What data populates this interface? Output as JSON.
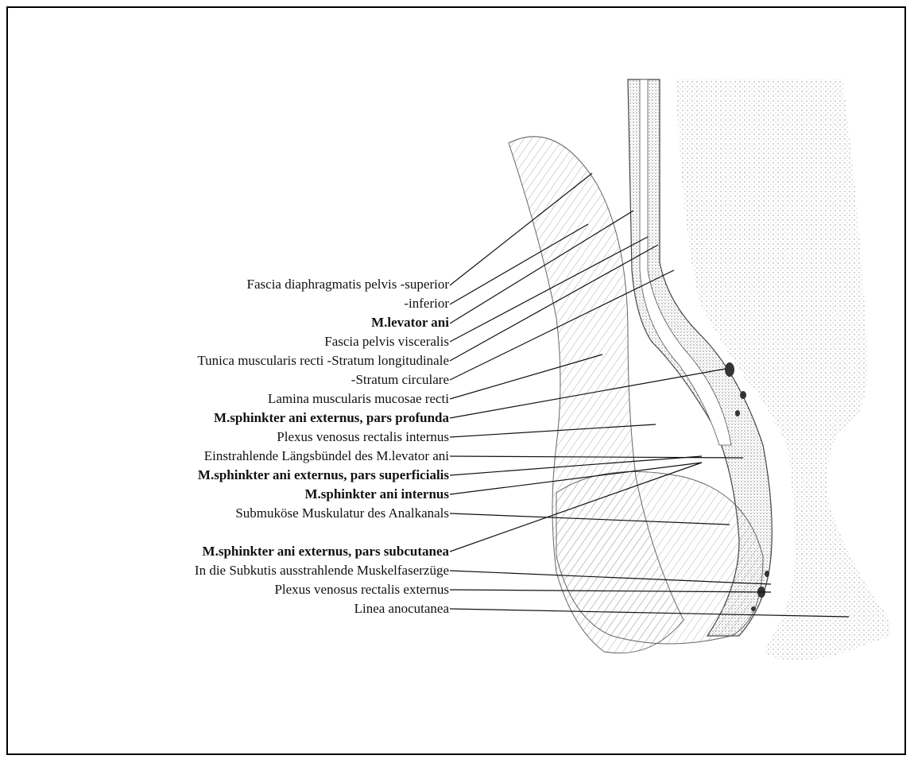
{
  "labels": [
    {
      "text": "Fascia diaphragmatis pelvis -superior",
      "bold": false
    },
    {
      "text": "-inferior",
      "bold": false
    },
    {
      "text": "M.levator ani",
      "bold": true
    },
    {
      "text": "Fascia pelvis visceralis",
      "bold": false
    },
    {
      "text": "Tunica muscularis recti -Stratum longitudinale",
      "bold": false
    },
    {
      "text": "-Stratum circulare",
      "bold": false
    },
    {
      "text": "Lamina muscularis mucosae recti",
      "bold": false
    },
    {
      "text": "M.sphinkter ani externus, pars profunda",
      "bold": true
    },
    {
      "text": "Plexus venosus rectalis internus",
      "bold": false
    },
    {
      "text": "Einstrahlende Längsbündel des M.levator ani",
      "bold": false
    },
    {
      "text": "M.sphinkter ani externus, pars superficialis",
      "bold": true
    },
    {
      "text": "M.sphinkter ani internus",
      "bold": true
    },
    {
      "text": "Submuköse Muskulatur des Analkanals",
      "bold": false
    },
    {
      "text": "M.sphinkter ani externus, pars subcutanea",
      "bold": true
    },
    {
      "text": "In die Subkutis ausstrahlende Muskelfaserzüge",
      "bold": false
    },
    {
      "text": "Plexus venosus rectalis externus",
      "bold": false
    },
    {
      "text": "Linea anocutanea",
      "bold": false
    }
  ]
}
